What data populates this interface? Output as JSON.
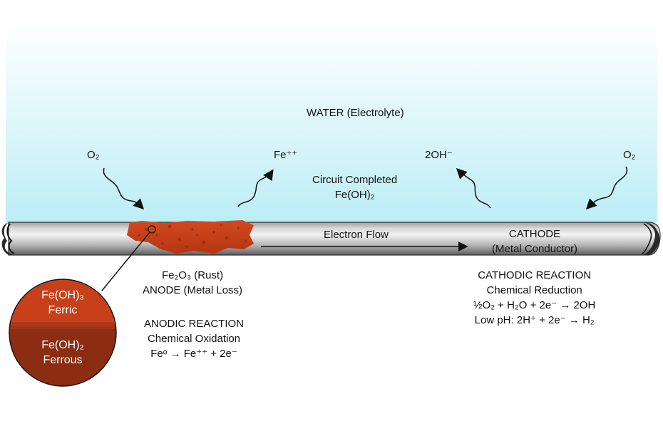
{
  "colors": {
    "water_top": "#ffffff",
    "water_bottom": "#bfeef6",
    "pipe_light": "#e6e6e6",
    "pipe_dark": "#5a5a5a",
    "rust": "#c8401a",
    "rust_dark": "#8a2a10",
    "ferric": "#c8401a",
    "ferrous": "#8b2d12"
  },
  "water": {
    "label": "WATER (Electrolyte)"
  },
  "o2_left": {
    "label": "O₂"
  },
  "o2_right": {
    "label": "O₂"
  },
  "fe_ion": {
    "label": "Fe⁺⁺"
  },
  "hydroxide": {
    "label": "2OH⁻"
  },
  "circuit": {
    "line1": "Circuit Completed",
    "line2": "Fe(OH)₂"
  },
  "electron_flow": {
    "label": "Electron Flow"
  },
  "cathode": {
    "line1": "CATHODE",
    "line2": "(Metal Conductor)"
  },
  "anode": {
    "line1": "Fe₂O₃ (Rust)",
    "line2": "ANODE (Metal Loss)"
  },
  "anodic": {
    "line1": "ANODIC REACTION",
    "line2": "Chemical Oxidation",
    "line3": "Feᵒ → Fe⁺⁺ + 2e⁻"
  },
  "cathodic": {
    "line1": "CATHODIC REACTION",
    "line2": "Chemical Reduction",
    "line3": "½O₂ + H₂O + 2e⁻ → 2OH",
    "line4": "Low pH: 2H⁺ + 2e⁻ → H₂"
  },
  "zoom": {
    "ferric_formula": "Fe(OH)₃",
    "ferric_name": "Ferric",
    "ferrous_formula": "Fe(OH)₂",
    "ferrous_name": "Ferrous"
  }
}
